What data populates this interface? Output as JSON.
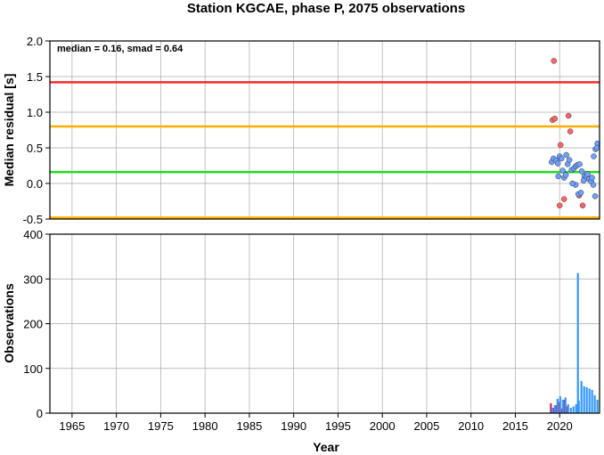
{
  "title": "Station KGCAE, phase P, 2075 observations",
  "colors": {
    "red_line": "#ff2a2a",
    "orange_line": "#ffad00",
    "green_line": "#22dd22",
    "blue_marker": "#6f9fff",
    "red_marker": "#ff6464",
    "blue_bar": "#3399ff",
    "red_bar": "#dd2244",
    "grid": "#aaaaaa"
  },
  "chart_data": [
    {
      "type": "scatter",
      "title": "Station KGCAE, phase P, 2075 observations",
      "ylabel": "Median residual [s]",
      "xlim": [
        1962.5,
        2024.5
      ],
      "ylim": [
        -0.5,
        2.0
      ],
      "yticks": [
        -0.5,
        0.0,
        0.5,
        1.0,
        1.5,
        2.0
      ],
      "ytick_labels": [
        "-0.5",
        "0.0",
        "0.5",
        "1.0",
        "1.5",
        "2.0"
      ],
      "grid": true,
      "annotation": "median = 0.16, smad = 0.64",
      "hlines": [
        {
          "y": 1.42,
          "color": "#ff2a2a"
        },
        {
          "y": 0.8,
          "color": "#ffad00"
        },
        {
          "y": 0.16,
          "color": "#22dd22"
        },
        {
          "y": -0.48,
          "color": "#ffad00"
        }
      ],
      "series": [
        {
          "color": "#ff6464",
          "points": [
            [
              2019.2,
              0.89
            ],
            [
              2019.45,
              0.91
            ],
            [
              2019.35,
              1.72
            ],
            [
              2021.0,
              0.95
            ],
            [
              2021.2,
              0.73
            ],
            [
              2020.1,
              0.54
            ],
            [
              2020.0,
              -0.31
            ],
            [
              2020.5,
              -0.22
            ],
            [
              2022.6,
              -0.31
            ],
            [
              2022.2,
              -0.17
            ]
          ]
        },
        {
          "color": "#6f9fff",
          "points": [
            [
              2019.1,
              0.3
            ],
            [
              2019.3,
              0.35
            ],
            [
              2019.6,
              0.32
            ],
            [
              2019.8,
              0.28
            ],
            [
              2020.0,
              0.38
            ],
            [
              2020.2,
              0.35
            ],
            [
              2020.35,
              0.18
            ],
            [
              2020.5,
              0.08
            ],
            [
              2020.7,
              0.12
            ],
            [
              2020.9,
              0.27
            ],
            [
              2021.1,
              0.33
            ],
            [
              2021.35,
              0.19
            ],
            [
              2021.6,
              0.21
            ],
            [
              2021.8,
              0.24
            ],
            [
              2022.0,
              0.26
            ],
            [
              2022.25,
              0.27
            ],
            [
              2022.5,
              0.17
            ],
            [
              2022.8,
              0.1
            ],
            [
              2023.05,
              0.09
            ],
            [
              2023.3,
              0.06
            ],
            [
              2023.55,
              0.03
            ],
            [
              2023.85,
              0.38
            ],
            [
              2024.05,
              0.48
            ],
            [
              2024.25,
              0.56
            ],
            [
              2021.8,
              -0.02
            ],
            [
              2022.1,
              -0.15
            ],
            [
              2022.4,
              -0.13
            ],
            [
              2022.7,
              0.04
            ],
            [
              2023.15,
              0.13
            ],
            [
              2023.8,
              -0.02
            ],
            [
              2024.0,
              -0.18
            ],
            [
              2020.75,
              0.4
            ],
            [
              2021.45,
              0.0
            ],
            [
              2019.85,
              0.1
            ],
            [
              2023.65,
              0.08
            ],
            [
              2024.2,
              0.5
            ]
          ]
        }
      ]
    },
    {
      "type": "bar",
      "xlabel": "Year",
      "ylabel": "Observations",
      "xlim": [
        1962.5,
        2024.5
      ],
      "ylim": [
        0,
        400
      ],
      "yticks": [
        0,
        100,
        200,
        300,
        400
      ],
      "xticks": [
        1965,
        1970,
        1975,
        1980,
        1985,
        1990,
        1995,
        2000,
        2005,
        2010,
        2015,
        2020
      ],
      "grid": true,
      "series": [
        {
          "color": "#dd2244",
          "x": [
            2019.0,
            2019.3,
            2019.6,
            2019.9,
            2020.2,
            2020.5,
            2020.8
          ],
          "values": [
            22,
            12,
            18,
            25,
            10,
            30,
            15
          ]
        },
        {
          "color": "#3399ff",
          "x": [
            2019.15,
            2019.45,
            2019.75,
            2020.05,
            2020.35,
            2020.65,
            2020.95,
            2021.25,
            2021.55,
            2021.85,
            2022.15,
            2022.45,
            2022.75,
            2023.05,
            2023.35,
            2023.65,
            2023.95,
            2024.25,
            2022.05
          ],
          "values": [
            12,
            18,
            32,
            38,
            30,
            35,
            20,
            12,
            15,
            20,
            28,
            72,
            60,
            58,
            55,
            52,
            40,
            30,
            313
          ]
        }
      ]
    }
  ]
}
